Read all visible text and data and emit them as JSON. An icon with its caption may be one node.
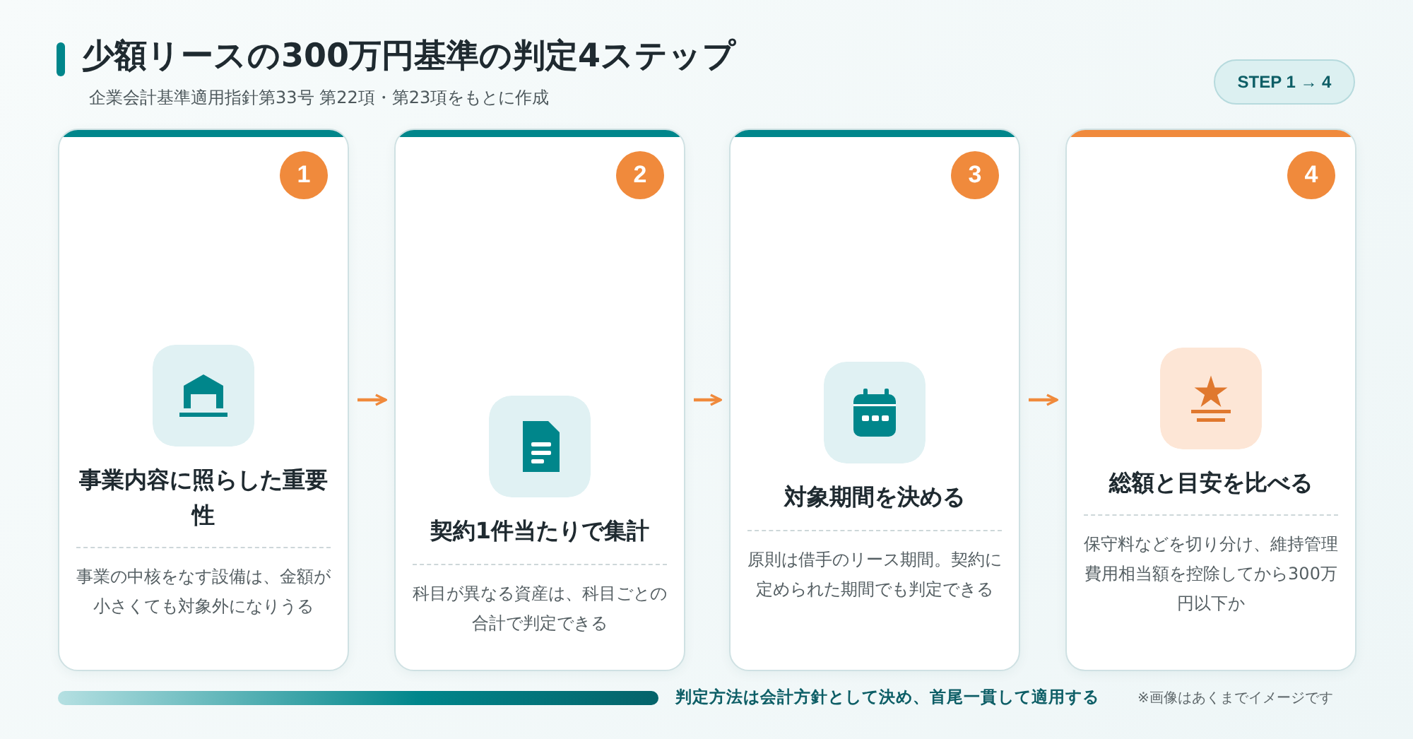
{
  "diagram": {
    "title": "少額リースの300万円基準の判定4ステップ",
    "nodes": [
      {
        "text": [
          "1",
          "事業内容に照らした重要性",
          "事業の中核をなす設備は、金額が小さくても対象外になりうる"
        ]
      },
      {
        "text": [
          "2",
          "契約1件当たりで集計",
          "科目が異なる資産は、科目ごとの合計で判定できる"
        ]
      },
      {
        "text": [
          "3",
          "対象期間を決める",
          "原則は借手のリース期間。契約に定められた期間でも判定できる"
        ]
      },
      {
        "text": [
          "4",
          "総額と目安を比べる",
          "保守料などを切り分け、維持管理費用相当額を控除してから300万円以下か"
        ]
      }
    ],
    "edges": [
      {
        "from": 0,
        "to": 1,
        "arrow": "to"
      },
      {
        "from": 1,
        "to": 2,
        "arrow": "to"
      },
      {
        "from": 2,
        "to": 3,
        "arrow": "to"
      }
    ],
    "labels": [
      "企業会計基準適用指針第33号 第22項・第23項をもとに作成",
      "STEP 1 → 4",
      "判定方法は会計方針として決め、首尾一貫して適用する",
      "※画像はあくまでイメージです"
    ]
  }
}
